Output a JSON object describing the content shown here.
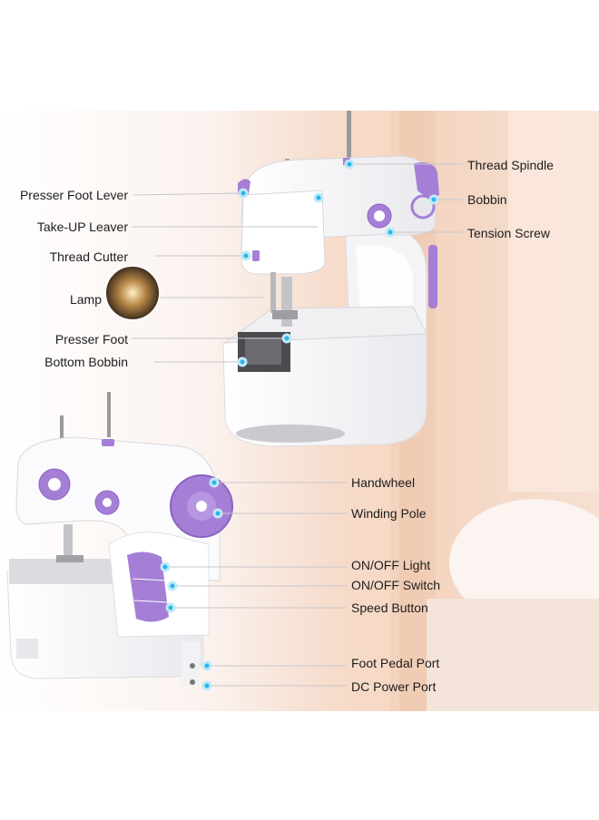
{
  "labels": {
    "left_top": [
      "Presser Foot Lever",
      "Take-UP Leaver",
      "Thread Cutter",
      "Lamp",
      "Presser Foot",
      "Bottom Bobbin"
    ],
    "right_top": [
      "Thread Spindle",
      "Bobbin",
      "Tension Screw"
    ],
    "right_bottom": [
      "Handwheel",
      "Winding Pole",
      "ON/OFF Light",
      "ON/OFF Switch",
      "Speed Button",
      "Foot Pedal Port",
      "DC Power Port"
    ]
  },
  "colors": {
    "accent_purple": "#a57fd6",
    "marker_cyan": "#29b6e8",
    "machine_white": "#fafafa",
    "background_peach": "#f6d9c8"
  }
}
